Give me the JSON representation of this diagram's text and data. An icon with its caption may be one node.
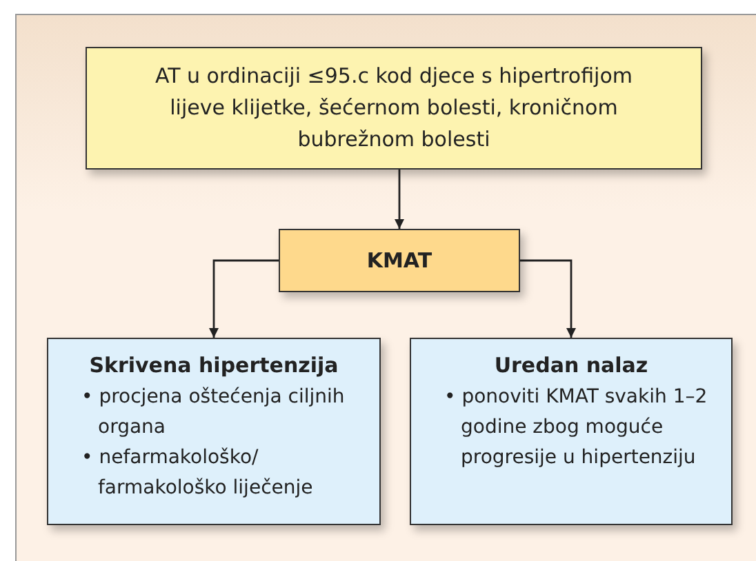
{
  "diagram": {
    "nodes": [
      {
        "text": [
          "AT u ordinaciji ≤95.c kod djece s hipertrofijom lijeve klijetke, šećernom bolesti, kroničnom bubrežnom bolesti"
        ]
      },
      {
        "text": [
          "KMAT"
        ]
      },
      {
        "text": [
          "Skrivena hipertenzija",
          "• procjena oštećenja ciljnih organa",
          "• nefarmakološko/ farmakološko liječenje"
        ]
      },
      {
        "text": [
          "Uredan nalaz",
          "• ponoviti KMAT svakih 1–2 godine zbog moguće progresije u hipertenziju"
        ]
      }
    ],
    "edges": [
      {
        "from": 0,
        "to": 1,
        "arrow": "to"
      },
      {
        "from": 1,
        "to": 2,
        "arrow": "to"
      },
      {
        "from": 1,
        "to": 3,
        "arrow": "to"
      }
    ]
  }
}
